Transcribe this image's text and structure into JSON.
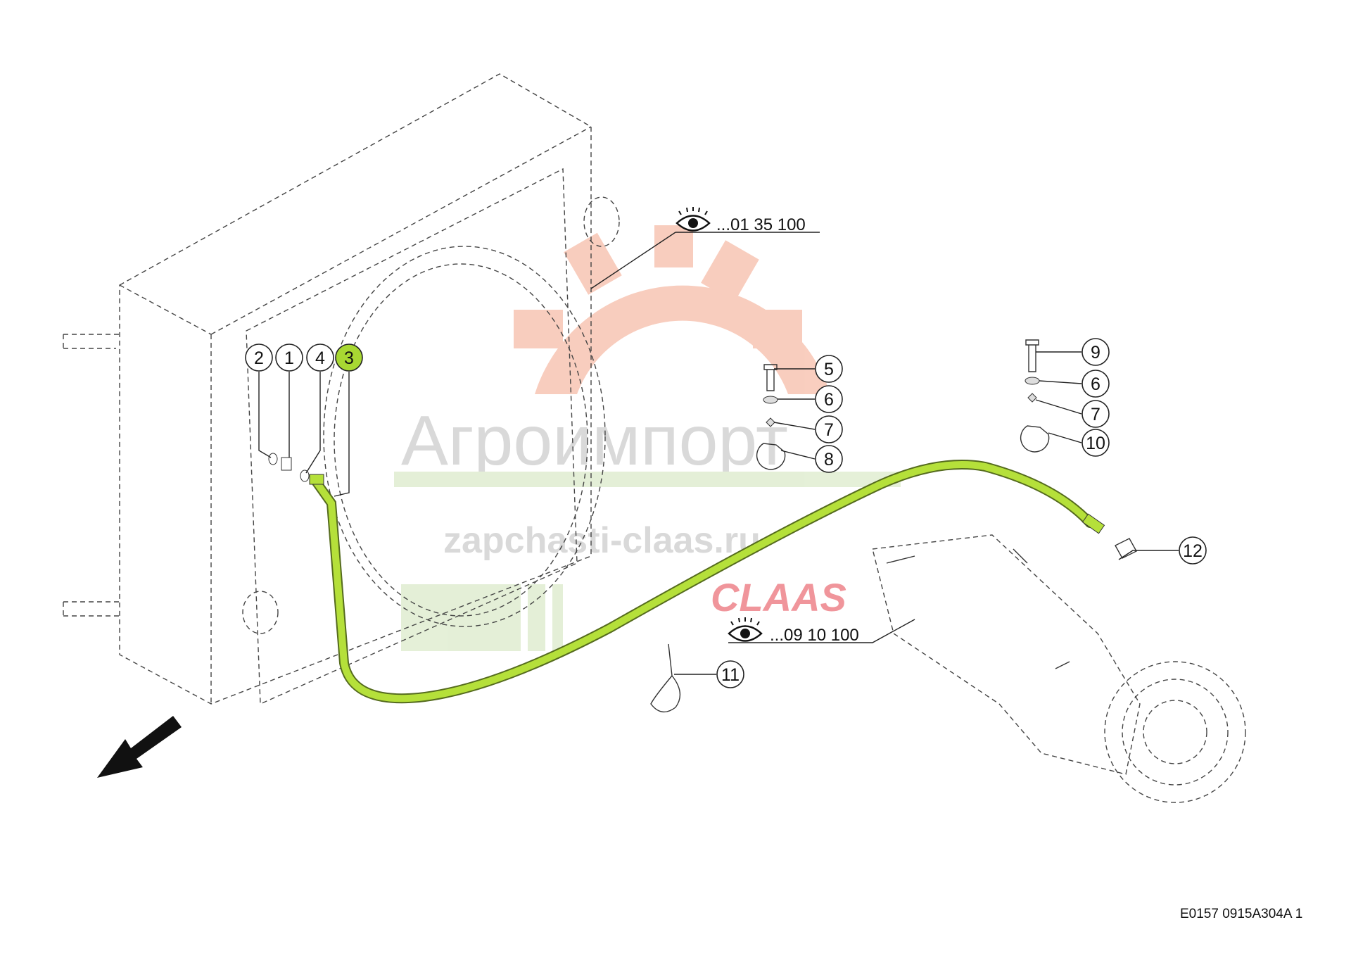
{
  "diagram": {
    "callouts": [
      "2",
      "1",
      "4",
      "3",
      "5",
      "6",
      "7",
      "8",
      "9",
      "6",
      "7",
      "10",
      "11",
      "12"
    ],
    "highlighted_callout": "3",
    "references": [
      {
        "icon": "eye-icon",
        "text": "...01 35 100"
      },
      {
        "icon": "eye-icon",
        "text": "...09 10 100"
      }
    ],
    "drawing_code": "E0157 0915A304A 1",
    "colors": {
      "highlight": "#a8d832",
      "hose": "#b5e03a",
      "watermark_gear": "#f4a58a",
      "watermark_claas": "#e4404a"
    }
  },
  "watermark": {
    "brand": "Агроимпорт",
    "site": "zapchasti-claas.ru",
    "logo": "CLAAS"
  }
}
